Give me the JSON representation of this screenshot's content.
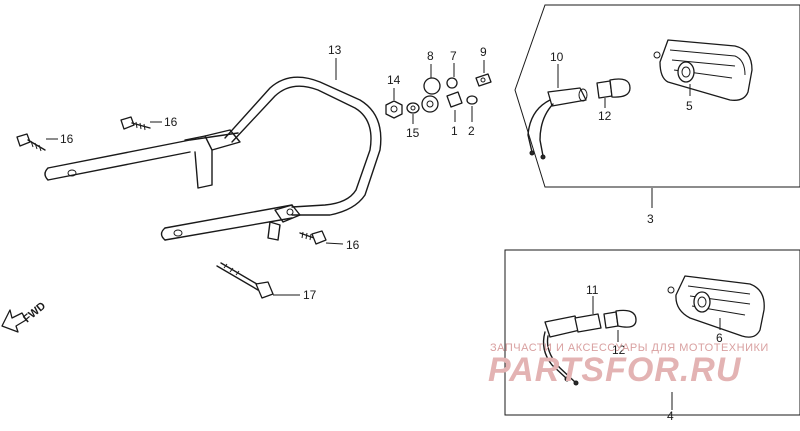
{
  "diagram": {
    "labels": {
      "p1": "1",
      "p2": "2",
      "p3": "3",
      "p4": "4",
      "p5": "5",
      "p6": "6",
      "p7": "7",
      "p8": "8",
      "p9": "9",
      "p10": "10",
      "p11": "11",
      "p12a": "12",
      "p12b": "12",
      "p13": "13",
      "p14": "14",
      "p15": "15",
      "p16a": "16",
      "p16b": "16",
      "p16c": "16",
      "p17": "17"
    },
    "fwd": "FWD"
  },
  "watermark": {
    "top": "ЗАПЧАСТИ И АКСЕССУАРЫ ДЛЯ МОТОТЕХНИКИ",
    "brand": "PARTSFOR.RU"
  }
}
